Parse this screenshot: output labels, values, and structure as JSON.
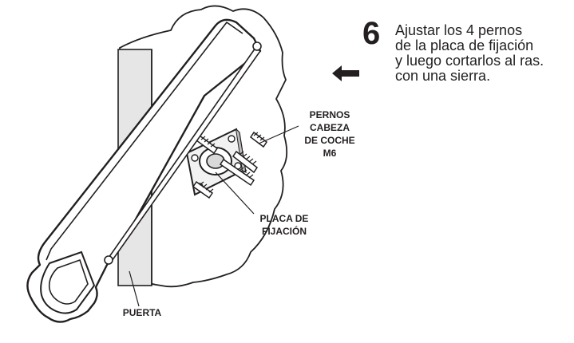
{
  "instruction": {
    "step_number": "6",
    "lines": [
      "Ajustar los 4 pernos",
      "de la placa de fijación",
      "y luego cortarlos al ras.",
      "con una sierra."
    ]
  },
  "labels": {
    "bolts": [
      "PERNOS",
      "CABEZA",
      "DE COCHE",
      "M6"
    ],
    "plate": [
      "PLACA DE",
      "FIJACIÓN"
    ],
    "door": "PUERTA"
  },
  "icons": {
    "arrow": "left-arrow-icon",
    "saw": "hacksaw-icon"
  },
  "colors": {
    "ink": "#231f20",
    "door_fill": "#e6e6e6"
  }
}
